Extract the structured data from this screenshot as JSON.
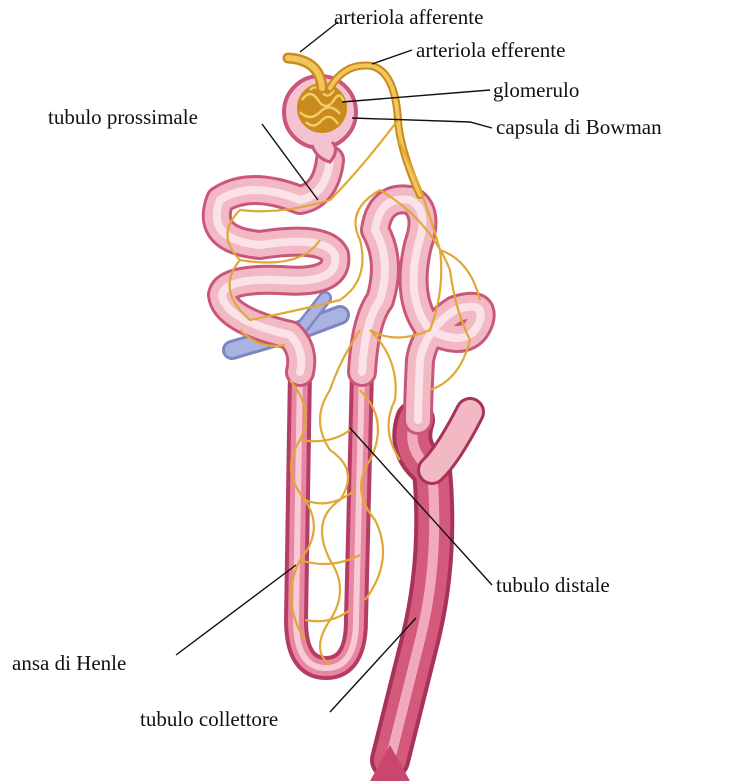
{
  "title": "",
  "labels": {
    "arteriola_afferente": "arteriola afferente",
    "arteriola_efferente": "arteriola efferente",
    "glomerulo": "glomerulo",
    "capsula_di_bowman": "capsula di Bowman",
    "tubulo_prossimale": "tubulo prossimale",
    "tubulo_distale": "tubulo distale",
    "ansa_di_henle": "ansa di Henle",
    "tubulo_collettore": "tubulo collettore"
  },
  "colors": {
    "tubule": "#f2b8c4",
    "tubule_edge": "#c9577a",
    "capillary": "#e8b040",
    "glomerulus": "#c98a1e",
    "vein": "#9aa3d8",
    "collecting_duct": "#d45a7c"
  }
}
